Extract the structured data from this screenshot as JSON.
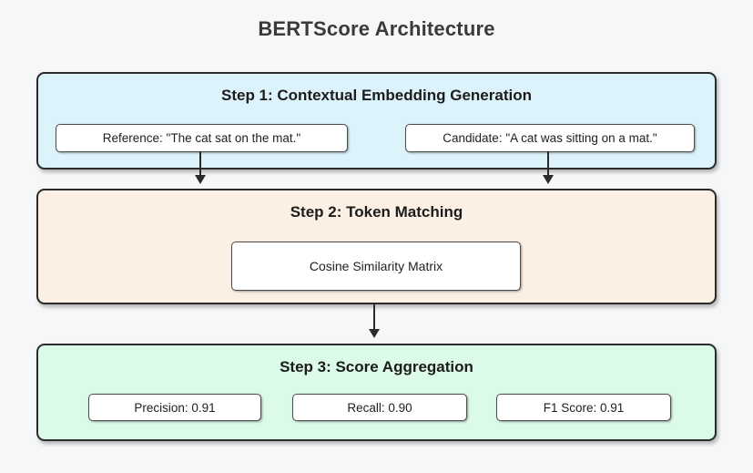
{
  "title": "BERTScore Architecture",
  "colors": {
    "background": "#f5f7f9",
    "step1_fill": "#ddf3fc",
    "step2_fill": "#fcefe3",
    "step3_fill": "#dbfae7",
    "outer_border": "#2b2b2b",
    "node_border": "#4d4d4d",
    "node_fill": "#ffffff",
    "title_text": "#3a3a3a",
    "body_text": "#1f1f1f",
    "arrow": "#2b2b2b"
  },
  "steps": [
    {
      "label": "Step 1: Contextual Embedding Generation",
      "nodes": [
        {
          "label": "Reference: \"The cat sat on the mat.\""
        },
        {
          "label": "Candidate: \"A cat was sitting on a mat.\""
        }
      ]
    },
    {
      "label": "Step 2: Token Matching",
      "nodes": [
        {
          "label": "Cosine Similarity Matrix"
        }
      ]
    },
    {
      "label": "Step 3: Score Aggregation",
      "nodes": [
        {
          "label": "Precision: 0.91"
        },
        {
          "label": "Recall: 0.90"
        },
        {
          "label": "F1 Score: 0.91"
        }
      ]
    }
  ]
}
